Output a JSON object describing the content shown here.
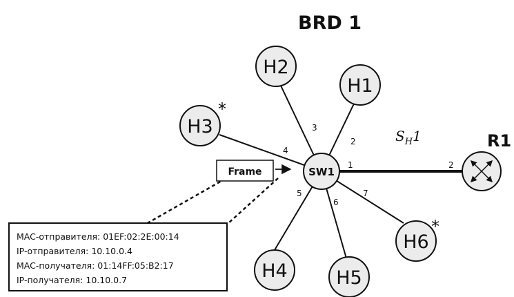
{
  "title": "BRD 1",
  "subnet": {
    "label": "S",
    "sub": "H",
    "suffix": "1"
  },
  "switch": {
    "label": "SW1"
  },
  "router": {
    "label": "R1"
  },
  "frame_label": "Frame",
  "hosts": [
    {
      "label": "H1",
      "port": "2",
      "marked": false
    },
    {
      "label": "H2",
      "port": "3",
      "marked": false
    },
    {
      "label": "H3",
      "port": "4",
      "marked": true
    },
    {
      "label": "H4",
      "port": "5",
      "marked": false
    },
    {
      "label": "H5",
      "port": "6",
      "marked": false
    },
    {
      "label": "H6",
      "port": "7",
      "marked": true
    }
  ],
  "uplink": {
    "switch_port": "1",
    "router_port": "2"
  },
  "marker": "*",
  "frame_info": [
    "MAC-отправителя: 01EF:02:2E:00:14",
    "IP-отправителя: 10.10.0.4",
    "MAC-получателя: 01:14FF:05:B2:17",
    "IP-получателя: 10.10.0.7"
  ]
}
